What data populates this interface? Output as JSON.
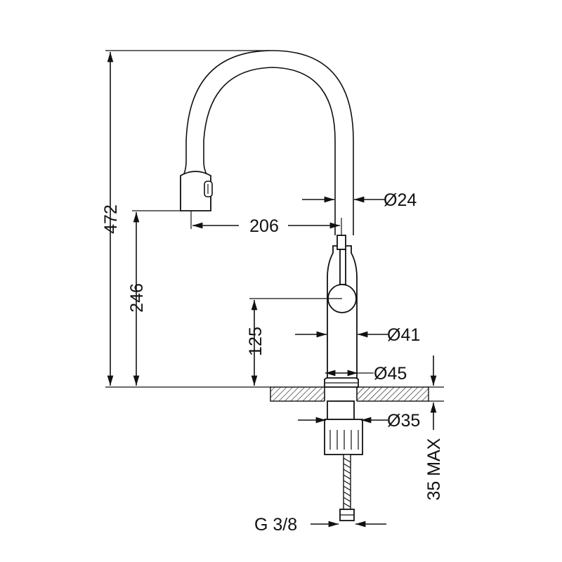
{
  "drawing": {
    "dimensions": {
      "overall_height": "472",
      "spout_height": "246",
      "spout_reach": "206",
      "handle_height": "125",
      "spout_diameter": "Ø24",
      "body_diameter": "Ø41",
      "base_diameter": "Ø45",
      "shank_diameter": "Ø35",
      "max_counter_thickness": "35 MAX",
      "hose_thread": "G 3/8"
    },
    "colors": {
      "line": "#111111",
      "background": "#ffffff"
    }
  }
}
